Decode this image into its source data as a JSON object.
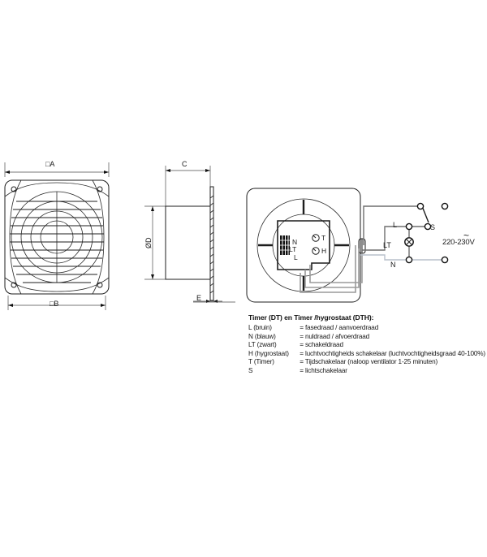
{
  "document": {
    "type": "technical-drawing",
    "language": "nl",
    "background_color": "#ffffff",
    "line_color": "#1d1d1d"
  },
  "front_view": {
    "name": "front-view-fan",
    "dim_top_label": "□A",
    "dim_bottom_label": "□B",
    "screw_count": 4,
    "louver_count": 11
  },
  "side_view": {
    "name": "side-view-fan",
    "dim_top_label": "C",
    "dim_left_label": "ØD",
    "dim_bottom_label": "E"
  },
  "wiring_diagram": {
    "name": "wiring-diagram",
    "terminal_labels": [
      "N",
      "LT",
      "L"
    ],
    "dial_labels": [
      "T",
      "H"
    ],
    "wire_labels": {
      "line": "L",
      "switched_line": "LT",
      "neutral": "N",
      "switch": "S"
    },
    "supply_label": "220-230V",
    "supply_symbol": "~"
  },
  "legend": {
    "heading": "Timer (DT) en Timer /hygrostaat (DTH):",
    "rows": [
      {
        "key": "L (bruin)",
        "value": "= fasedraad / aanvoerdraad"
      },
      {
        "key": "N (blauw)",
        "value": "= nuldraad / afvoerdraad"
      },
      {
        "key": "LT (zwart)",
        "value": "= schakeldraad"
      },
      {
        "key": "H (hygrostaat)",
        "value": "= luchtvochtigheids schakelaar (luchtvochtigheidsgraad 40-100%)"
      },
      {
        "key": "T (Timer)",
        "value": "= Tijdschakelaar (naloop ventilator 1-25 minuten)"
      },
      {
        "key": "S",
        "value": "= lichtschakelaar"
      }
    ]
  }
}
